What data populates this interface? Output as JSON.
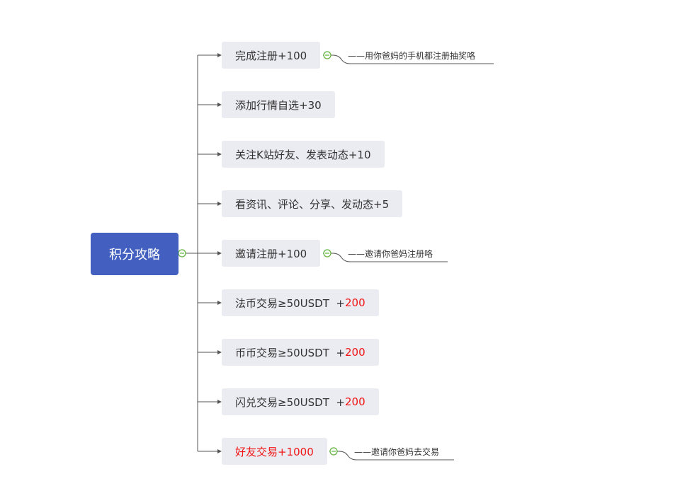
{
  "root": {
    "label": "积分攻略"
  },
  "branches": [
    {
      "label": "完成注册+100",
      "note": "——用你爸妈的手机都注册抽奖咯"
    },
    {
      "label": "添加行情自选+30"
    },
    {
      "label": "关注K站好友、发表动态+10"
    },
    {
      "label": "看资讯、评论、分享、发动态+5"
    },
    {
      "label": "邀请注册+100",
      "note": "——邀请你爸妈注册咯"
    },
    {
      "label": "法币交易≥50USDT  +",
      "highlight": "200"
    },
    {
      "label": "币币交易≥50USDT  +",
      "highlight": "200"
    },
    {
      "label": "闪兑交易≥50USDT  +",
      "highlight": "200"
    },
    {
      "label": "好友交易+1000",
      "note": "——邀请你爸妈去交易",
      "label_color": "#f01414"
    }
  ],
  "colors": {
    "root_fill": "#4360c0",
    "node_fill": "#ebebf2",
    "highlight": "#f01414",
    "connector": "#555555",
    "collapse_icon": "#5db33a"
  }
}
